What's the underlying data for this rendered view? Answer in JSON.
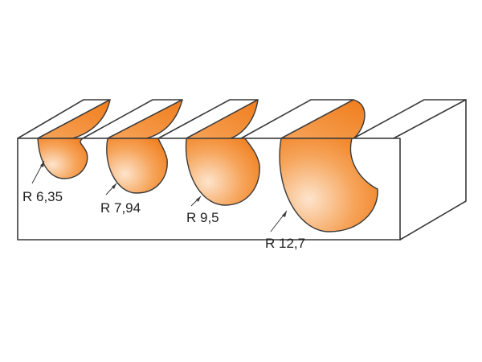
{
  "profile": {
    "accent_color": "#f07d1c",
    "accent_light": "#fde4cc",
    "grooves": [
      {
        "radius_label": "R 6,35"
      },
      {
        "radius_label": "R 7,94"
      },
      {
        "radius_label": "R 9,5"
      },
      {
        "radius_label": "R 12,7"
      }
    ]
  }
}
